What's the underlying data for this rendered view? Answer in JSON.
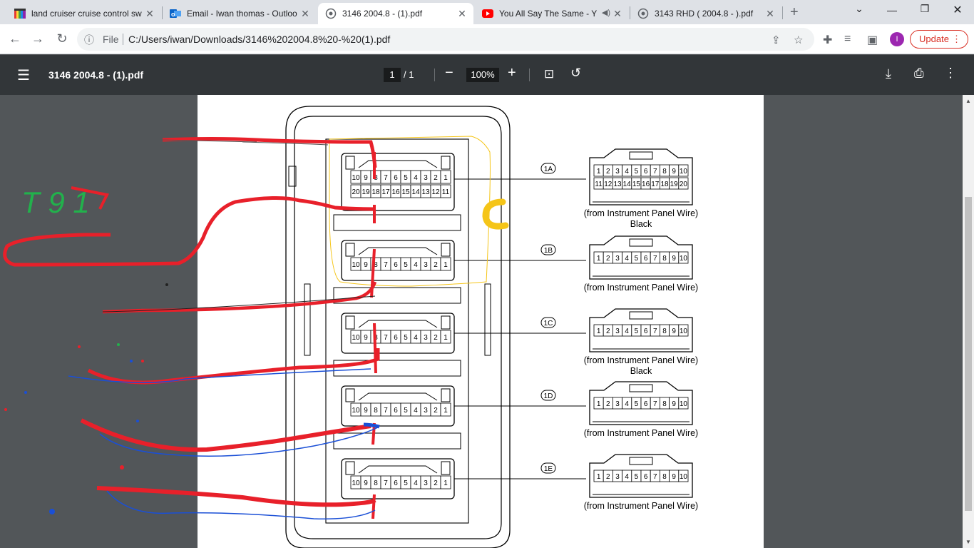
{
  "tabs": [
    {
      "title": "land cruiser cruise control sw",
      "icon": "colorbar-icon"
    },
    {
      "title": "Email - Iwan thomas - Outloo",
      "icon": "outlook-icon"
    },
    {
      "title": "3146 2004.8 - (1).pdf",
      "icon": "globe-icon"
    },
    {
      "title": "You All Say The Same - Y",
      "icon": "youtube-icon"
    },
    {
      "title": "3143 RHD ( 2004.8 - ).pdf",
      "icon": "globe-icon"
    }
  ],
  "address": {
    "scheme": "File",
    "url": "C:/Users/iwan/Downloads/3146%202004.8%20-%20(1).pdf"
  },
  "profile": {
    "initial": "I"
  },
  "update_label": "Update",
  "pdf": {
    "title": "3146 2004.8 - (1).pdf",
    "page": "1",
    "total": "/ 1",
    "zoom": "100%"
  },
  "connectors": [
    {
      "id": "1A",
      "caption": "(from Instrument Panel Wire)",
      "color_label": "Black",
      "top_pins": [
        "10",
        "9",
        "8",
        "7",
        "6",
        "5",
        "4",
        "3",
        "2",
        "1"
      ],
      "bottom_pins": [
        "20",
        "19",
        "18",
        "17",
        "16",
        "15",
        "14",
        "13",
        "12",
        "11"
      ],
      "mate_top": [
        "1",
        "2",
        "3",
        "4",
        "5",
        "6",
        "7",
        "8",
        "9",
        "10"
      ],
      "mate_bottom": [
        "11",
        "12",
        "13",
        "14",
        "15",
        "16",
        "17",
        "18",
        "19",
        "20"
      ]
    },
    {
      "id": "1B",
      "caption": "(from Instrument Panel Wire)",
      "color_label": "",
      "top_pins": [
        "10",
        "9",
        "8",
        "7",
        "6",
        "5",
        "4",
        "3",
        "2",
        "1"
      ],
      "mate_top": [
        "1",
        "2",
        "3",
        "4",
        "5",
        "6",
        "7",
        "8",
        "9",
        "10"
      ]
    },
    {
      "id": "1C",
      "caption": "(from Instrument Panel Wire)",
      "color_label": "Black",
      "top_pins": [
        "10",
        "9",
        "8",
        "7",
        "6",
        "5",
        "4",
        "3",
        "2",
        "1"
      ],
      "mate_top": [
        "1",
        "2",
        "3",
        "4",
        "5",
        "6",
        "7",
        "8",
        "9",
        "10"
      ]
    },
    {
      "id": "1D",
      "caption": "(from Instrument Panel Wire)",
      "color_label": "",
      "top_pins": [
        "10",
        "9",
        "8",
        "7",
        "6",
        "5",
        "4",
        "3",
        "2",
        "1"
      ],
      "mate_top": [
        "1",
        "2",
        "3",
        "4",
        "5",
        "6",
        "7",
        "8",
        "9",
        "10"
      ]
    },
    {
      "id": "1E",
      "caption": "(from Instrument Panel Wire)",
      "color_label": "",
      "top_pins": [
        "10",
        "9",
        "8",
        "7",
        "6",
        "5",
        "4",
        "3",
        "2",
        "1"
      ],
      "mate_top": [
        "1",
        "2",
        "3",
        "4",
        "5",
        "6",
        "7",
        "8",
        "9",
        "10"
      ]
    }
  ],
  "handwriting": "T 9 1",
  "colors": {
    "tabbar": "#dee1e6",
    "pdf_toolbar": "#323639",
    "viewer_bg": "#525659",
    "ink_red": "#e8202a",
    "ink_blue": "#1a4fd6",
    "ink_green": "#22b14c",
    "ink_yellow": "#f5c518"
  }
}
